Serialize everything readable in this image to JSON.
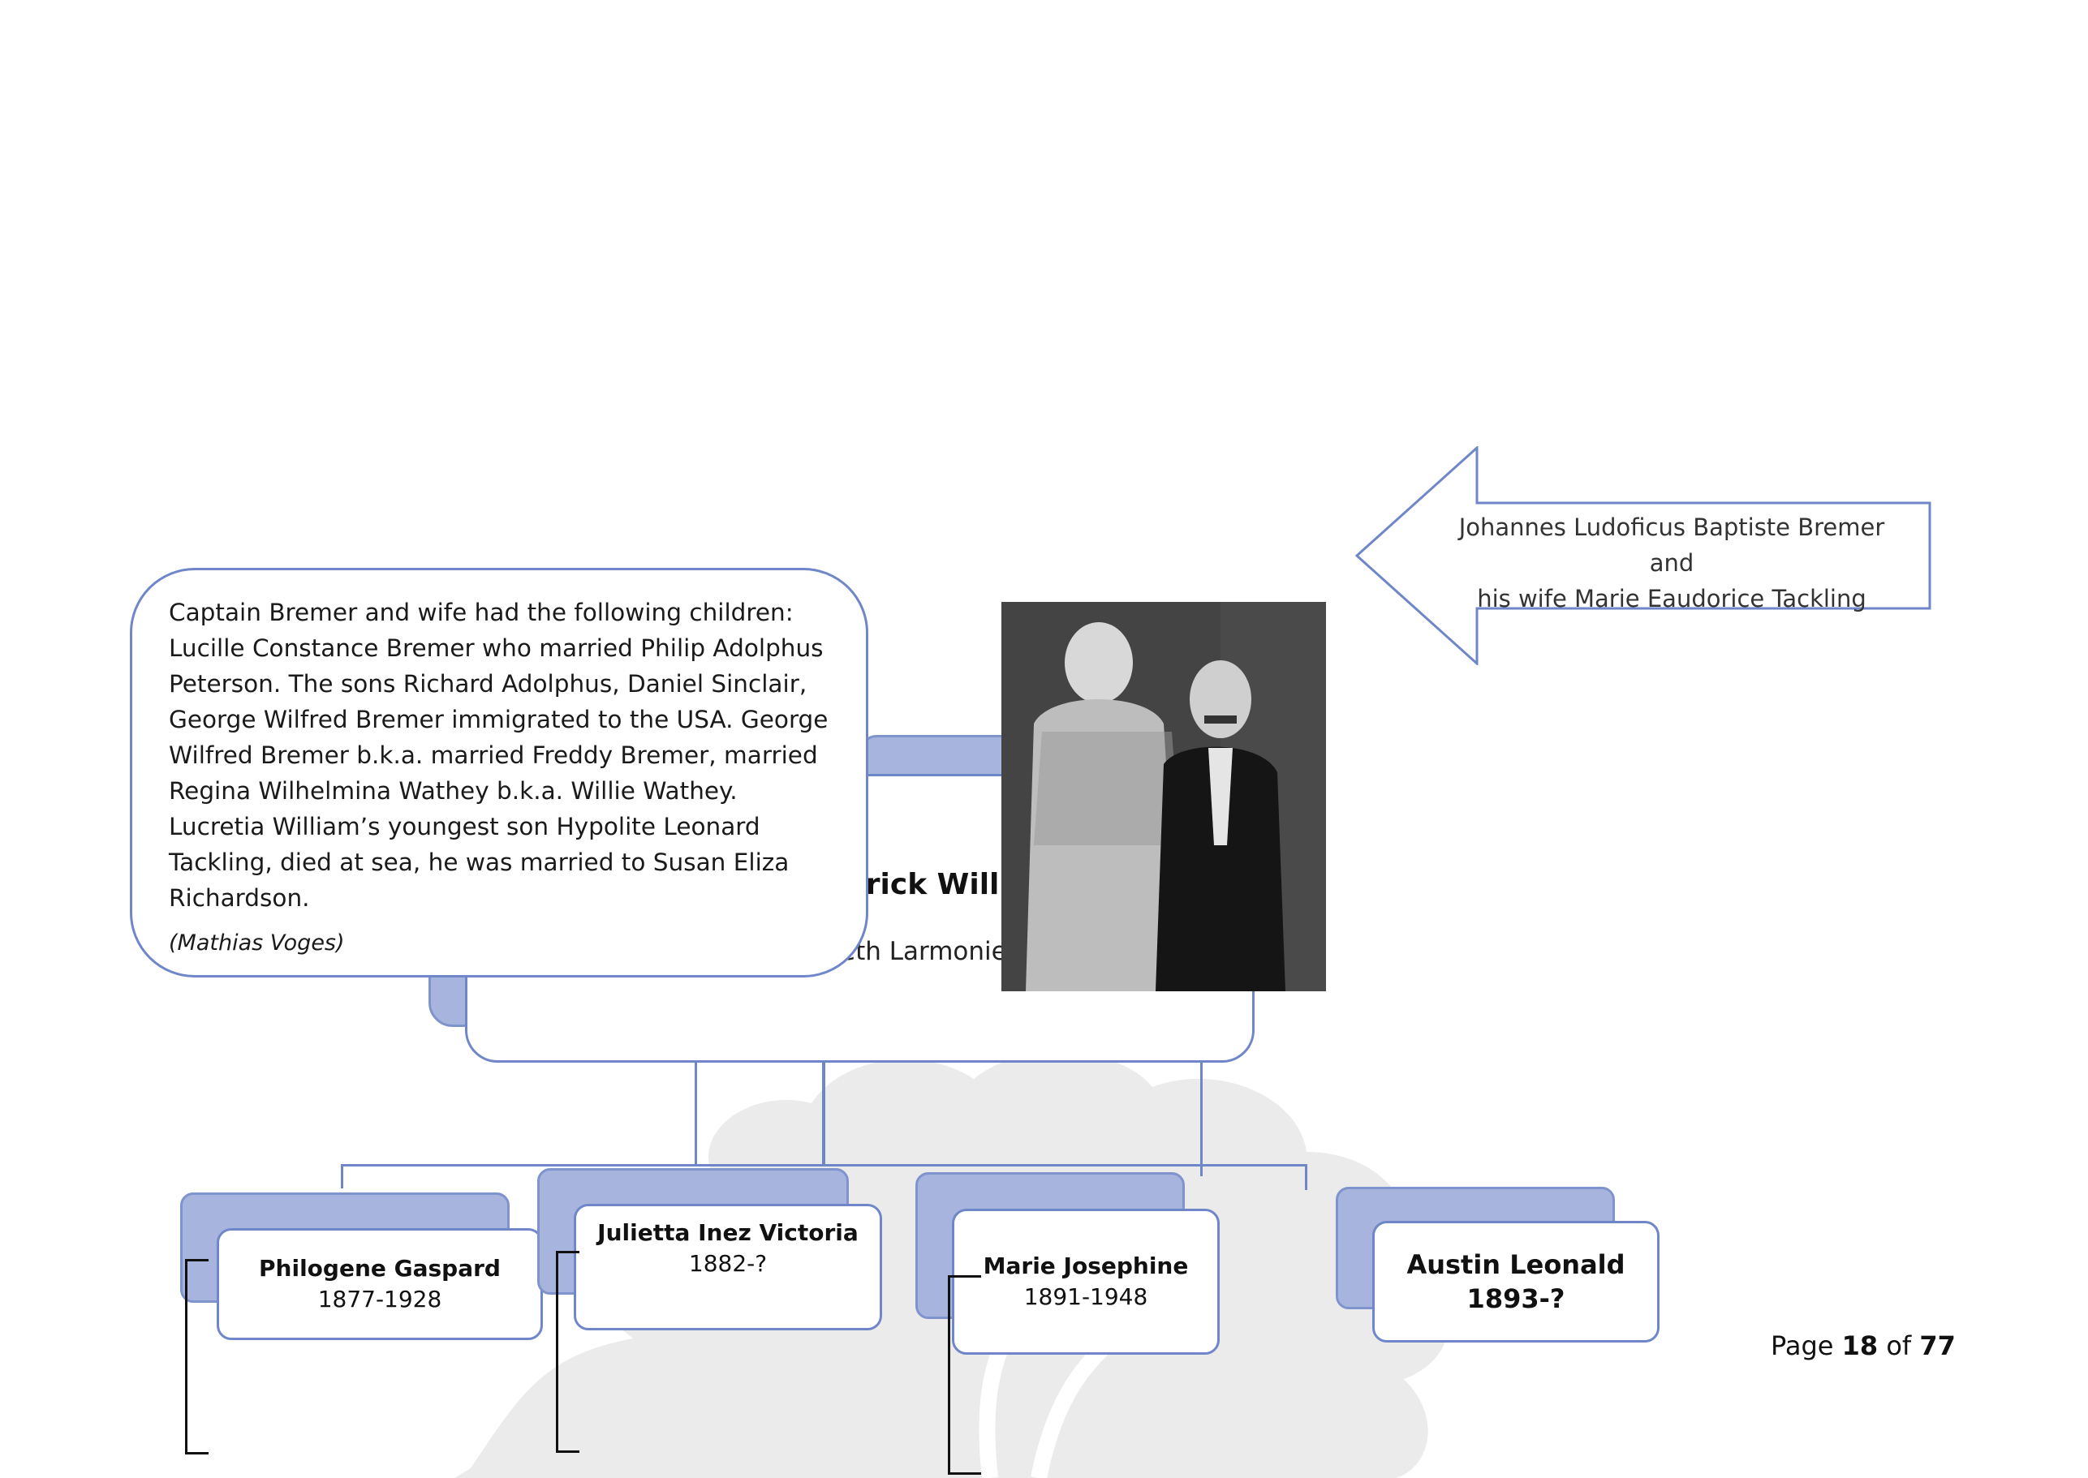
{
  "note": {
    "text": "Captain Bremer and wife had the following children: Lucille Constance Bremer who married Philip Adolphus Peterson. The sons Richard Adolphus, Daniel Sinclair, George Wilfred Bremer immigrated to the USA. George Wilfred Bremer b.k.a. married Freddy Bremer, married  Regina Wilhelmina Wathey b.k.a. Willie Wathey. Lucretia William’s youngest son Hypolite Leonard Tackling, died at sea, he was married to Susan Eliza Richardson.",
    "author": "(Mathias Voges)"
  },
  "main_card": {
    "name_fragment": "lerick Williams",
    "spouse_fragment": "eth Larmonie"
  },
  "photo_caption": {
    "line1": "Johannes Ludoficus Baptiste Bremer and",
    "line2": "his wife Marie Eaudorice Tackling"
  },
  "children": [
    {
      "name": "Philogene Gaspard",
      "dates": "1877-1928"
    },
    {
      "name": "Julietta Inez Victoria",
      "dates": "1882-?"
    },
    {
      "name": "Marie Josephine",
      "dates": "1891-1948"
    },
    {
      "name": "Austin Leonald",
      "dates": "1893-?"
    }
  ],
  "footer": {
    "page_label": "Page",
    "page_current": "18",
    "of_label": "of",
    "page_total": "77"
  },
  "colors": {
    "accent_border": "#6f86c9",
    "header_fill": "#a6b4de",
    "watermark": "#eeeeee"
  }
}
